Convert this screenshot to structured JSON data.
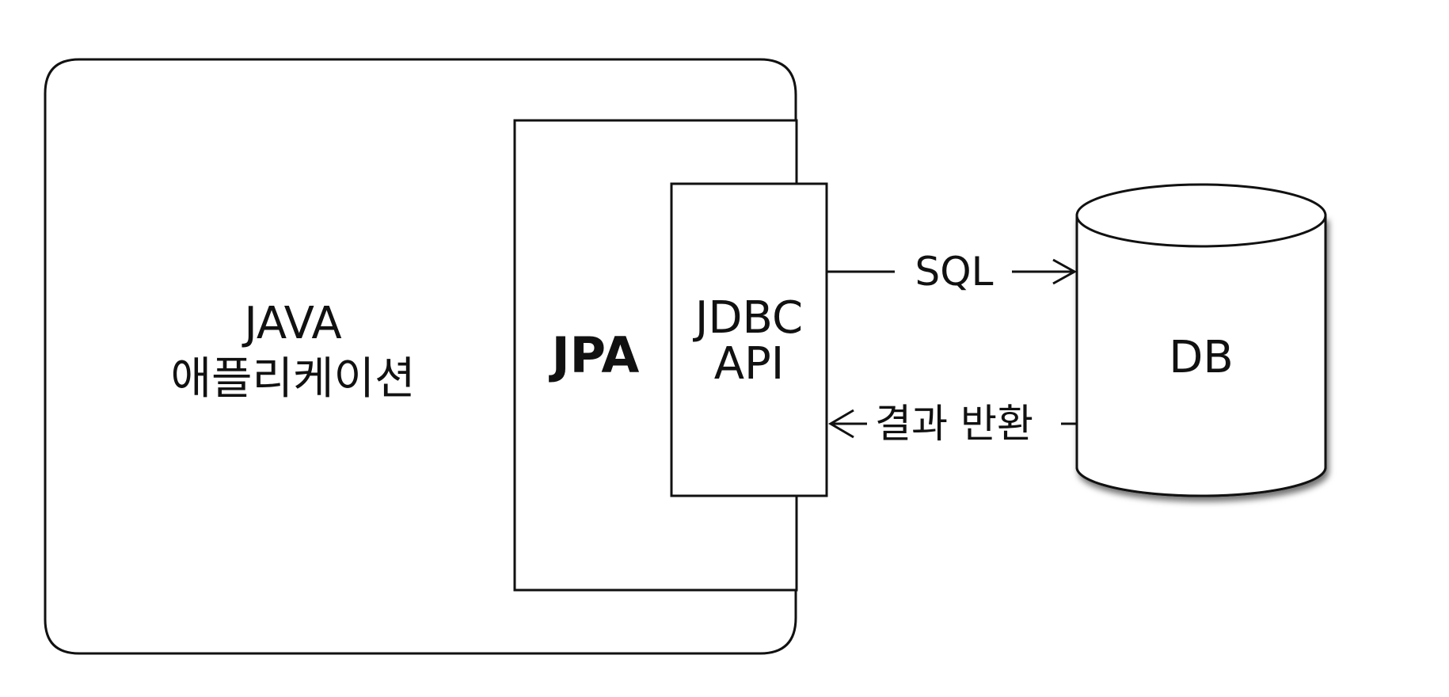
{
  "nodes": {
    "java_app": {
      "line1": "JAVA",
      "line2": "애플리케이션"
    },
    "jpa": {
      "label": "JPA"
    },
    "jdbc": {
      "line1": "JDBC",
      "line2": "API"
    },
    "db": {
      "label": "DB"
    }
  },
  "edges": {
    "sql": {
      "label": "SQL",
      "direction": "jdbc-to-db"
    },
    "result": {
      "label": "결과 반환",
      "direction": "db-to-jdbc"
    }
  },
  "colors": {
    "stroke": "#111111",
    "fill": "#ffffff",
    "text": "#111111"
  }
}
